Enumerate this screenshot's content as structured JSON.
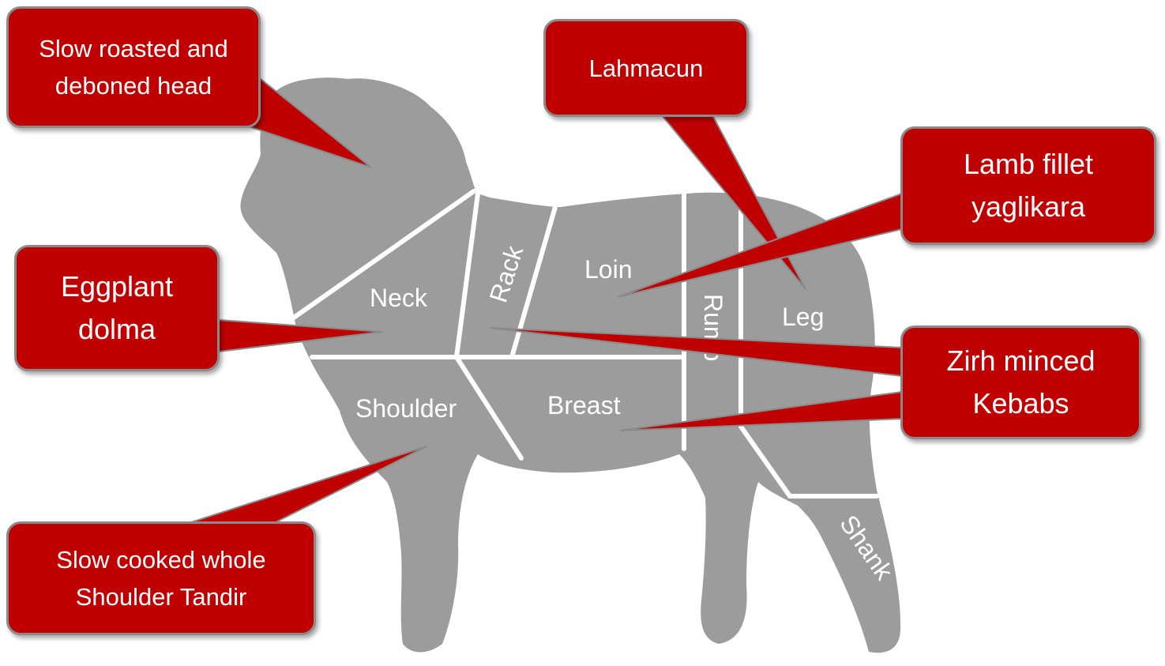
{
  "cuts": {
    "neck": "Neck",
    "rack": "Rack",
    "loin": "Loin",
    "rump": "Rump",
    "leg": "Leg",
    "shoulder": "Shoulder",
    "breast": "Breast",
    "shank": "Shank"
  },
  "callouts": {
    "head": [
      "Slow roasted and",
      "deboned head"
    ],
    "lahmacun": [
      "Lahmacun"
    ],
    "fillet": [
      "Lamb fillet",
      "yaglikara"
    ],
    "dolma": [
      "Eggplant",
      "dolma"
    ],
    "kebabs": [
      "Zirh minced",
      "Kebabs"
    ],
    "shoulder_tandir": [
      "Slow cooked whole",
      "Shoulder Tandir"
    ]
  },
  "colors": {
    "callout_fill": "#c00000",
    "callout_border": "#8a8a8a",
    "silhouette": "#9c9c9c",
    "divider": "#ffffff"
  }
}
